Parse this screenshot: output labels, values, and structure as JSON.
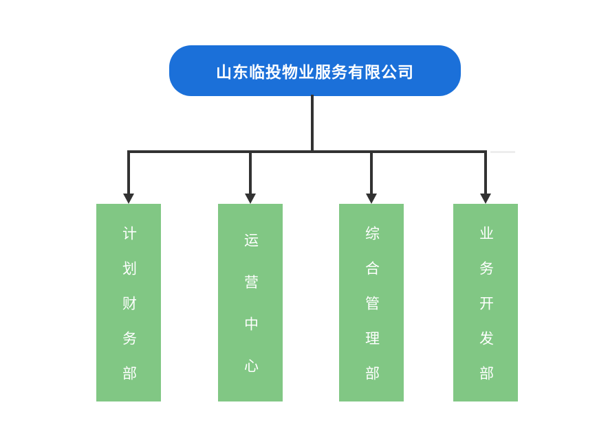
{
  "org_chart": {
    "root": {
      "label": "山东临投物业服务有限公司"
    },
    "departments": [
      {
        "label": "计划财务部"
      },
      {
        "label": "运营中心"
      },
      {
        "label": "综合管理部"
      },
      {
        "label": "业务开发部"
      }
    ]
  },
  "colors": {
    "root_fill": "#1b70d9",
    "department_fill": "#81c784",
    "connector": "#323232",
    "label_text": "#ffffff"
  }
}
